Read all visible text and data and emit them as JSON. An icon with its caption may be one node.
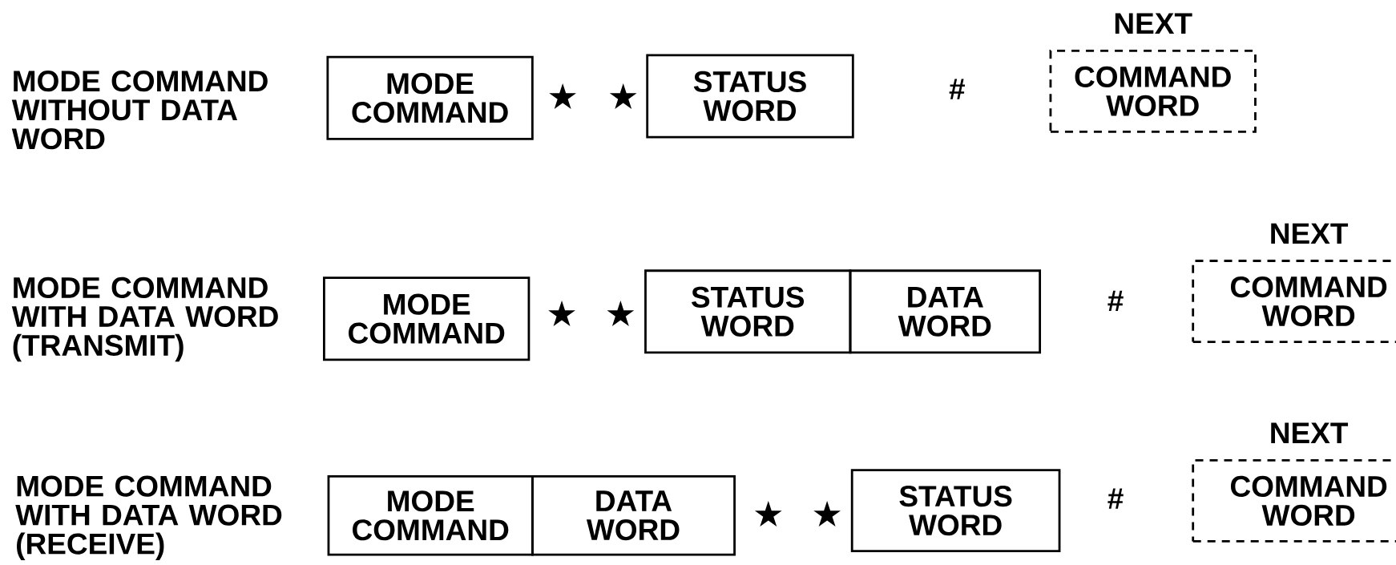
{
  "diagram": {
    "nodes": [
      {
        "text": [
          "MODE COMMAND"
        ]
      },
      {
        "text": [
          "STATUS WORD"
        ]
      },
      {
        "text": [
          "NEXT",
          "COMMAND WORD"
        ]
      },
      {
        "text": [
          "MODE COMMAND"
        ]
      },
      {
        "text": [
          "STATUS WORD"
        ]
      },
      {
        "text": [
          "DATA WORD"
        ]
      },
      {
        "text": [
          "NEXT",
          "COMMAND WORD"
        ]
      },
      {
        "text": [
          "MODE COMMAND"
        ]
      },
      {
        "text": [
          "DATA WORD"
        ]
      },
      {
        "text": [
          "STATUS WORD"
        ]
      },
      {
        "text": [
          "NEXT",
          "COMMAND WORD"
        ]
      }
    ],
    "labels": [
      "MODE COMMAND WITHOUT DATA WORD",
      "★",
      "★",
      "#",
      "MODE COMMAND WITH DATA WORD (TRANSMIT)",
      "★",
      "★",
      "#",
      "MODE COMMAND WITH DATA WORD (RECEIVE)",
      "★",
      "★",
      "#"
    ]
  }
}
